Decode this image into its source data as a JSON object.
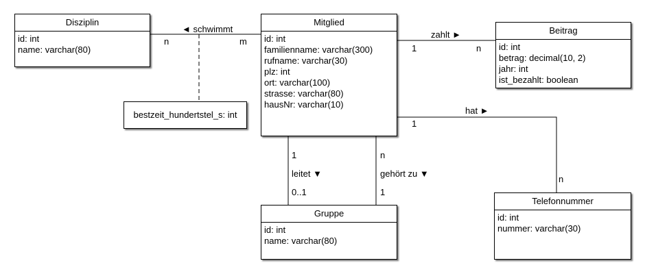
{
  "classes": {
    "disziplin": {
      "name": "Disziplin",
      "attributes": [
        "id: int",
        "name: varchar(80)"
      ]
    },
    "mitglied": {
      "name": "Mitglied",
      "attributes": [
        "id: int",
        "familienname: varchar(300)",
        "rufname: varchar(30)",
        "plz: int",
        "ort: varchar(100)",
        "strasse: varchar(80)",
        "hausNr: varchar(10)"
      ]
    },
    "beitrag": {
      "name": "Beitrag",
      "attributes": [
        "id: int",
        "betrag: decimal(10, 2)",
        "jahr: int",
        "ist_bezahlt: boolean"
      ]
    },
    "gruppe": {
      "name": "Gruppe",
      "attributes": [
        "id: int",
        "name: varchar(80)"
      ]
    },
    "telefonnummer": {
      "name": "Telefonnummer",
      "attributes": [
        "id: int",
        "nummer: varchar(30)"
      ]
    }
  },
  "association_class": {
    "attribute": "bestzeit_hundertstel_s: int"
  },
  "associations": {
    "schwimmt": {
      "label": "◄ schwimmt",
      "left_mult": "n",
      "right_mult": "m"
    },
    "zahlt": {
      "label": "zahlt ►",
      "left_mult": "1",
      "right_mult": "n"
    },
    "hat": {
      "label": "hat ►",
      "left_mult": "1",
      "right_mult": "n"
    },
    "leitet": {
      "label": "leitet ▼",
      "top_mult": "1",
      "bottom_mult": "0..1"
    },
    "gehoert_zu": {
      "label": "gehört zu ▼",
      "top_mult": "n",
      "bottom_mult": "1"
    }
  }
}
